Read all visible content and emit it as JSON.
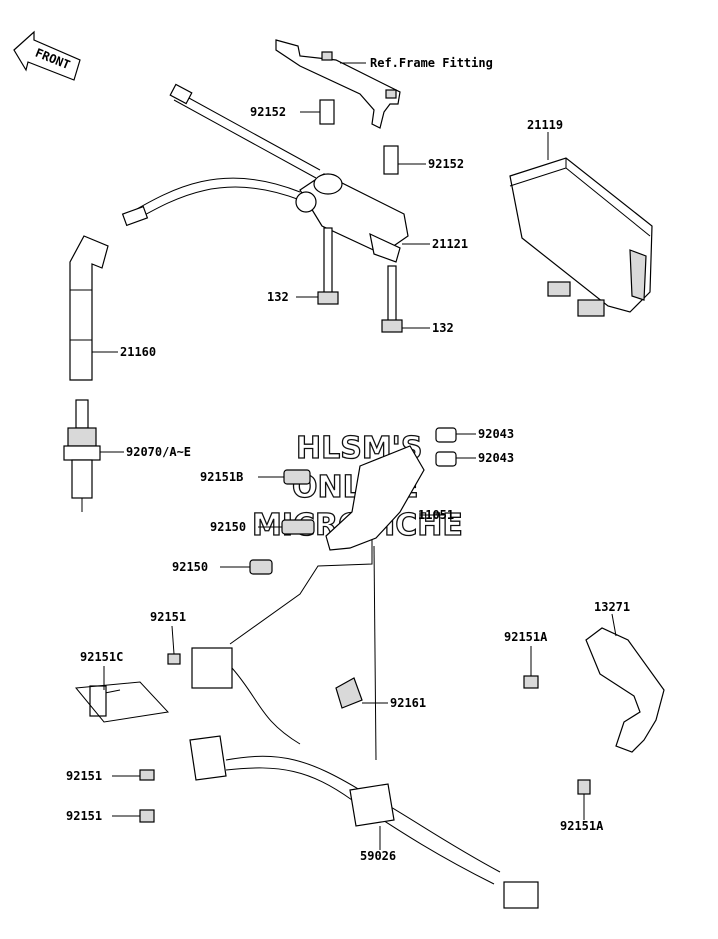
{
  "front_marker": "FRONT",
  "watermark": [
    "HLSM'S",
    "ONLINE",
    "MICROFICHE"
  ],
  "labels": {
    "ref_frame": "Ref.Frame Fitting",
    "p92152_a": "92152",
    "p92152_b": "92152",
    "p21119": "21119",
    "p21121": "21121",
    "p132_a": "132",
    "p132_b": "132",
    "p21160": "21160",
    "p92070": "92070/A~E",
    "p92043_a": "92043",
    "p92043_b": "92043",
    "p92151b": "92151B",
    "p11051": "11051",
    "p92150_a": "92150",
    "p92150_b": "92150",
    "p92151_a": "92151",
    "p13271": "13271",
    "p92151c": "92151C",
    "p92151a_a": "92151A",
    "p92161": "92161",
    "p92151_b": "92151",
    "p92151_c": "92151",
    "p92151a_b": "92151A",
    "p59026": "59026"
  }
}
